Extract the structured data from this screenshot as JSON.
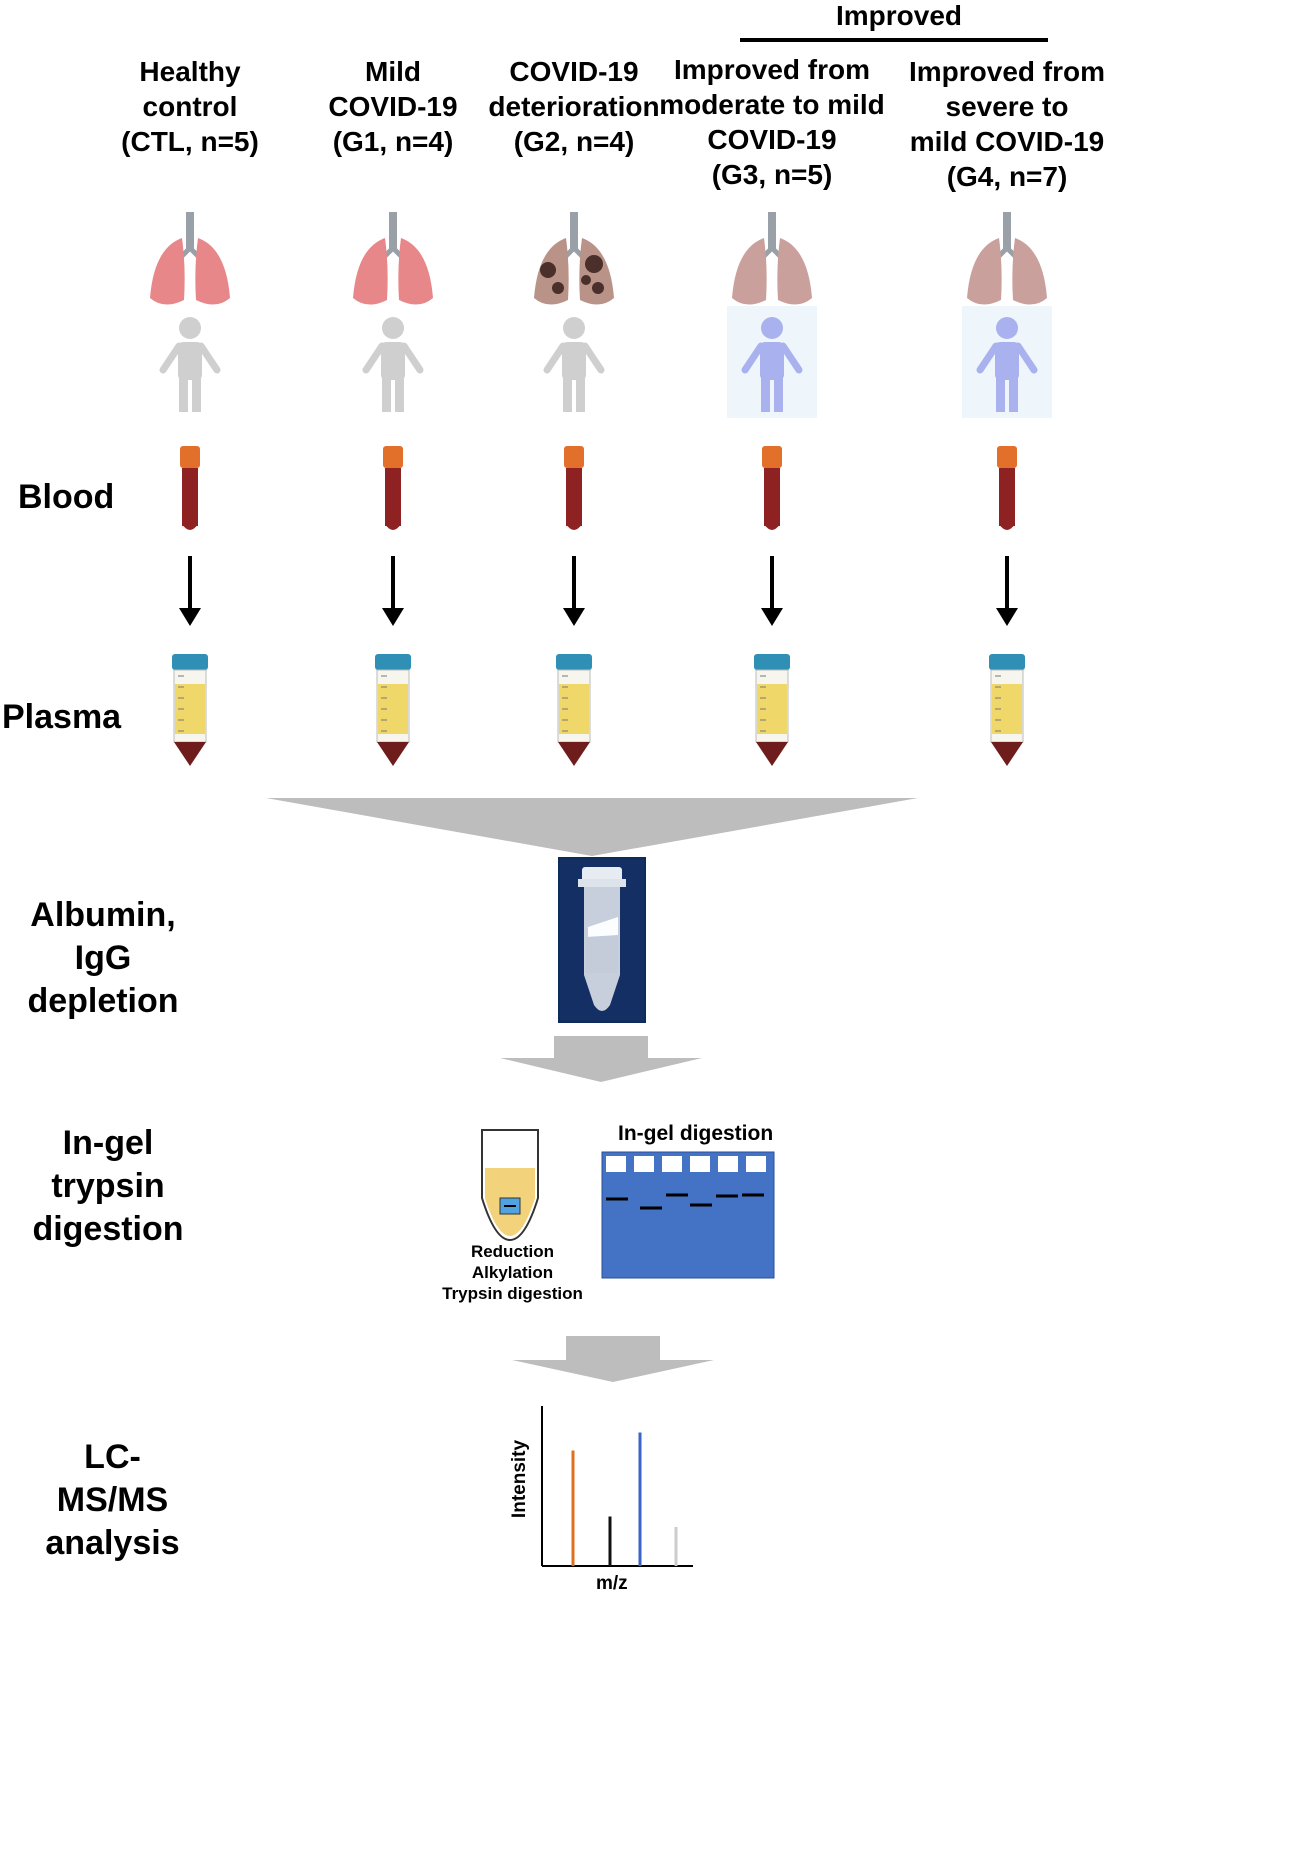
{
  "improved_header": "Improved",
  "groups": [
    {
      "id": "ctl",
      "lines": [
        "Healthy",
        "control",
        "(CTL, n=5)"
      ],
      "lung": "healthy",
      "person_color": "#cfcfcf",
      "highlight": false
    },
    {
      "id": "g1",
      "lines": [
        "Mild",
        "COVID-19",
        "(G1, n=4)"
      ],
      "lung": "healthy",
      "person_color": "#cfcfcf",
      "highlight": false
    },
    {
      "id": "g2",
      "lines": [
        "COVID-19",
        "deterioration",
        "(G2, n=4)"
      ],
      "lung": "damaged",
      "person_color": "#cfcfcf",
      "highlight": false
    },
    {
      "id": "g3",
      "lines": [
        "Improved from",
        "moderate to mild",
        "COVID-19",
        "(G3, n=5)"
      ],
      "lung": "faded",
      "person_color": "#a9b2ee",
      "highlight": true
    },
    {
      "id": "g4",
      "lines": [
        "Improved from",
        "severe to",
        "mild COVID-19",
        "(G4, n=7)"
      ],
      "lung": "faded",
      "person_color": "#a9b2ee",
      "highlight": true
    }
  ],
  "steps": {
    "blood": "Blood",
    "plasma": "Plasma",
    "depletion": [
      "Albumin, IgG",
      "depletion"
    ],
    "digestion": [
      "In-gel trypsin",
      "digestion"
    ],
    "lcms": [
      "LC-MS/MS",
      "analysis"
    ]
  },
  "digestion_tube_labels": [
    "Reduction",
    "Alkylation",
    "Trypsin digestion"
  ],
  "gel_title": "In-gel digestion",
  "spectrum": {
    "ylabel": "Intensity",
    "xlabel": "m/z",
    "peaks": [
      {
        "relative_height": 0.77,
        "color": "#e07020"
      },
      {
        "relative_height": 0.33,
        "color": "#111111"
      },
      {
        "relative_height": 0.89,
        "color": "#3a64c8"
      },
      {
        "relative_height": 0.26,
        "color": "#cccccc"
      }
    ]
  },
  "colors": {
    "lung_healthy": "#e8878a",
    "lung_faded": "#c9a09c",
    "blood": "#8e2222",
    "cap_orange": "#e2702a",
    "cap_blue": "#2f8fb5",
    "plasma": "#f0d76a",
    "gel": "#4472c4",
    "funnel": "#bdbdbd"
  }
}
